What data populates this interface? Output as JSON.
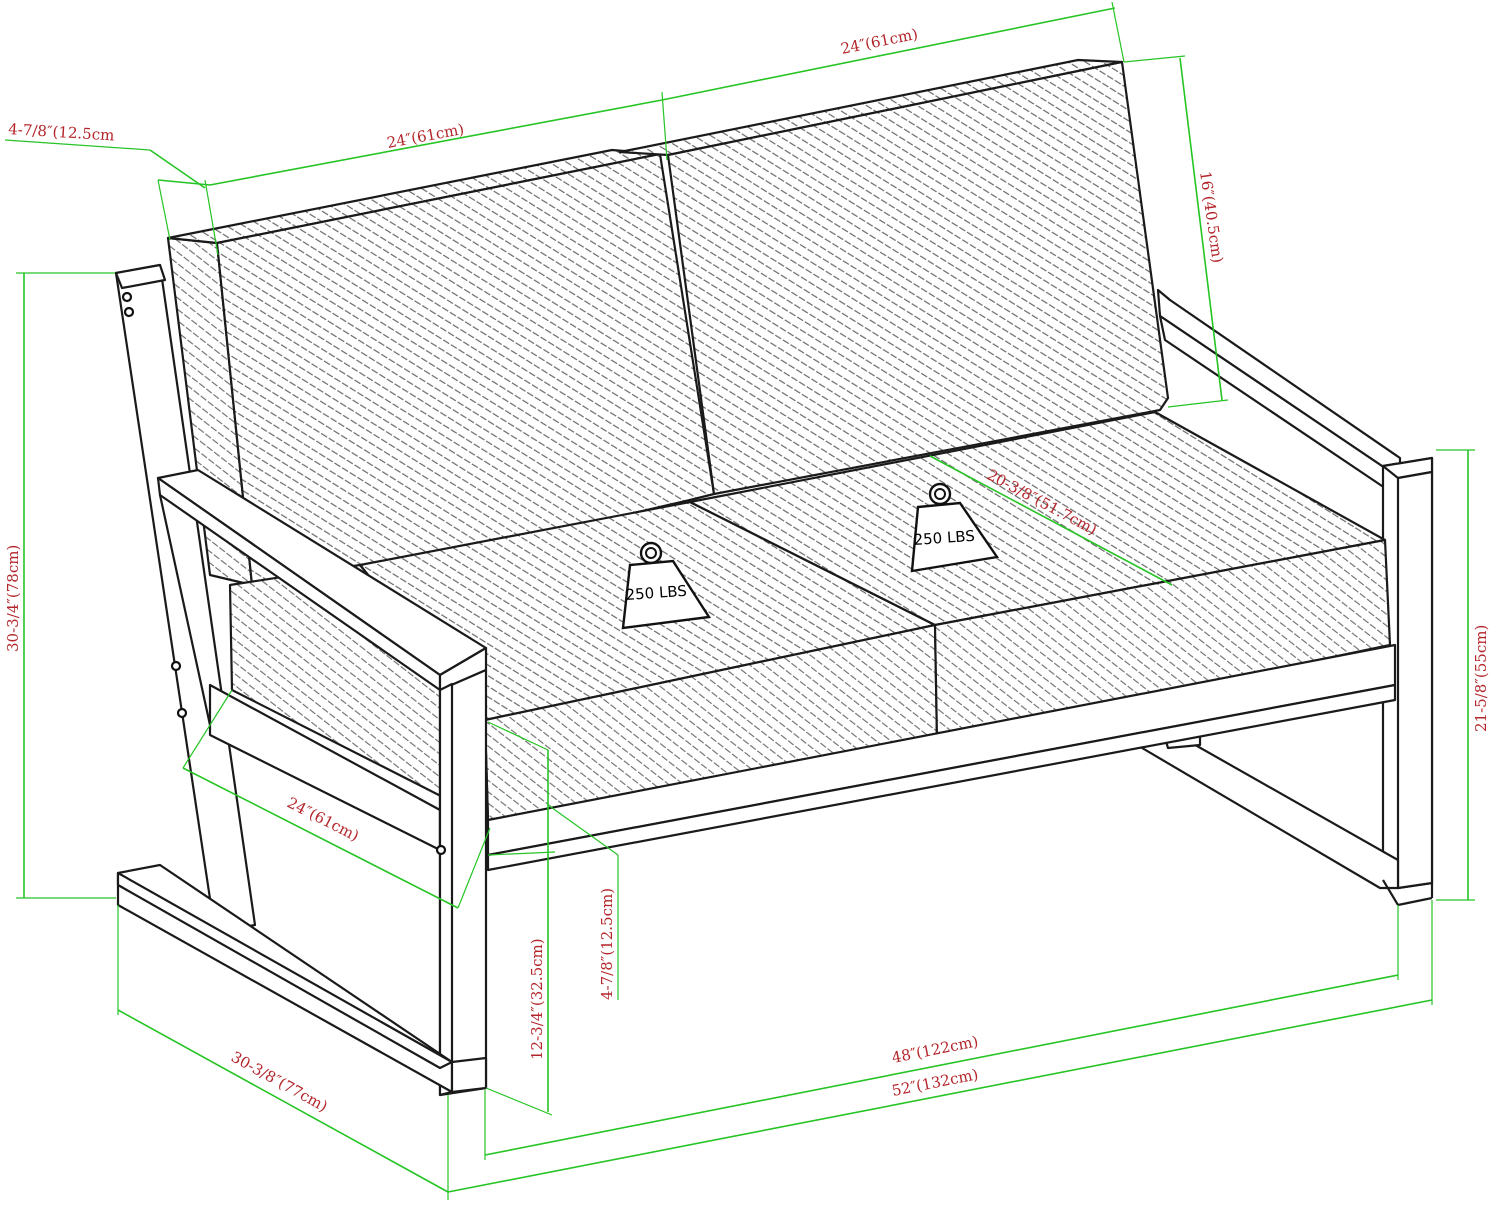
{
  "diagram": {
    "colors": {
      "dimension_line": "#26c425",
      "dimension_text": "#b3262b",
      "outline": "#1a1a1a"
    },
    "badges": [
      {
        "text": "250 LBS",
        "icon": "weight-icon"
      },
      {
        "text": "250 LBS",
        "icon": "weight-icon"
      }
    ],
    "dimensions": {
      "back_cushion_width_left": "24″(61cm)",
      "back_cushion_width_right": "24″(61cm)",
      "back_cushion_thickness": "4-7/8″(12.5cm",
      "back_cushion_height": "16″(40.5cm)",
      "overall_height": "30-3/4″(78cm)",
      "seat_depth": "20-3/8″(51.7cm)",
      "arm_height": "21-5/8″(55cm)",
      "seat_cushion_depth": "24″(61cm)",
      "seat_cushion_thickness": "4-7/8″(12.5cm)",
      "seat_height": "12-3/4″(32.5cm)",
      "inner_width": "48″(122cm)",
      "overall_width": "52″(132cm)",
      "overall_depth": "30-3/8″(77cm)"
    }
  }
}
